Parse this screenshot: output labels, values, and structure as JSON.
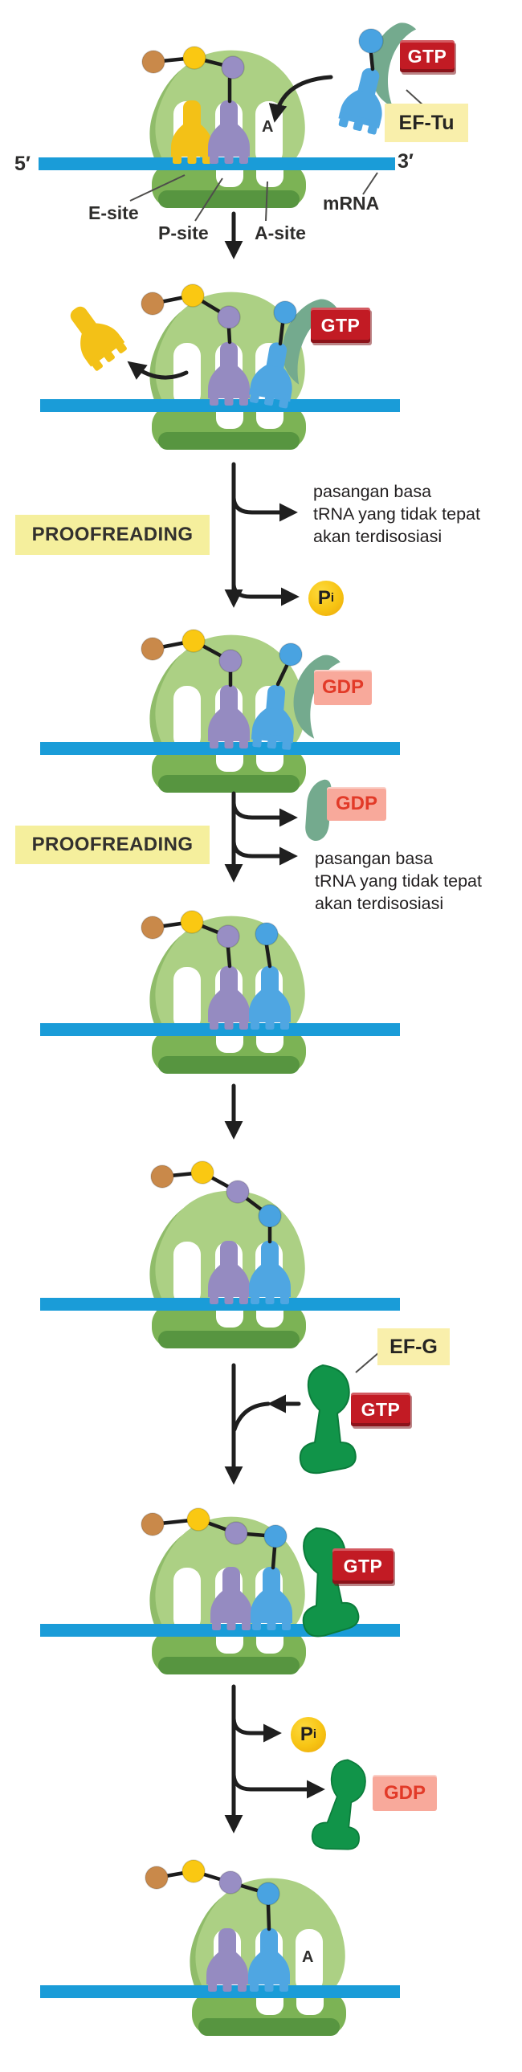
{
  "figure_labels": {
    "five_prime": "5′",
    "three_prime": "3′",
    "mrna": "mRNA",
    "e_site": "E-site",
    "p_site": "P-site",
    "a_site": "A-site",
    "a_slot_letter": "A",
    "ef_tu": "EF-Tu",
    "ef_g": "EF-G",
    "gtp": "GTP",
    "gdp": "GDP",
    "proofreading": "PROOFREADING"
  },
  "annotations": {
    "dissociation": [
      "pasangan basa",
      "tRNA yang tidak tepat",
      "akan terdisosiasi"
    ],
    "phosphate": {
      "main": "P",
      "sub": "i"
    }
  },
  "colors": {
    "mrna_blue": "#1A9CD8",
    "ribosome_large": "#ACD084",
    "ribosome_large_back": "#90BC6A",
    "ribosome_small": "#7CB355",
    "ribosome_small_band": "#579540",
    "trna_yellow": "#F3C117",
    "trna_purple": "#958BC1",
    "trna_blue": "#4FA6E2",
    "amino_brown": "#C9894A",
    "amino_yellow": "#FAC812",
    "amino_purple": "#988EC4",
    "amino_blue": "#49A3E1",
    "ef_tu_green": "#74AA8E",
    "ef_g_green": "#119449",
    "gtp_red": "#C21B24",
    "gdp_pink": "#F8A99B",
    "gdp_text_red": "#E23A28",
    "label_yellow": "#F9EFAB",
    "highlight_yellow": "#F5EF9D",
    "pi_yellow": "#F8C713",
    "arrow_black": "#1F1F1F",
    "text_dark": "#2E2D2C"
  }
}
